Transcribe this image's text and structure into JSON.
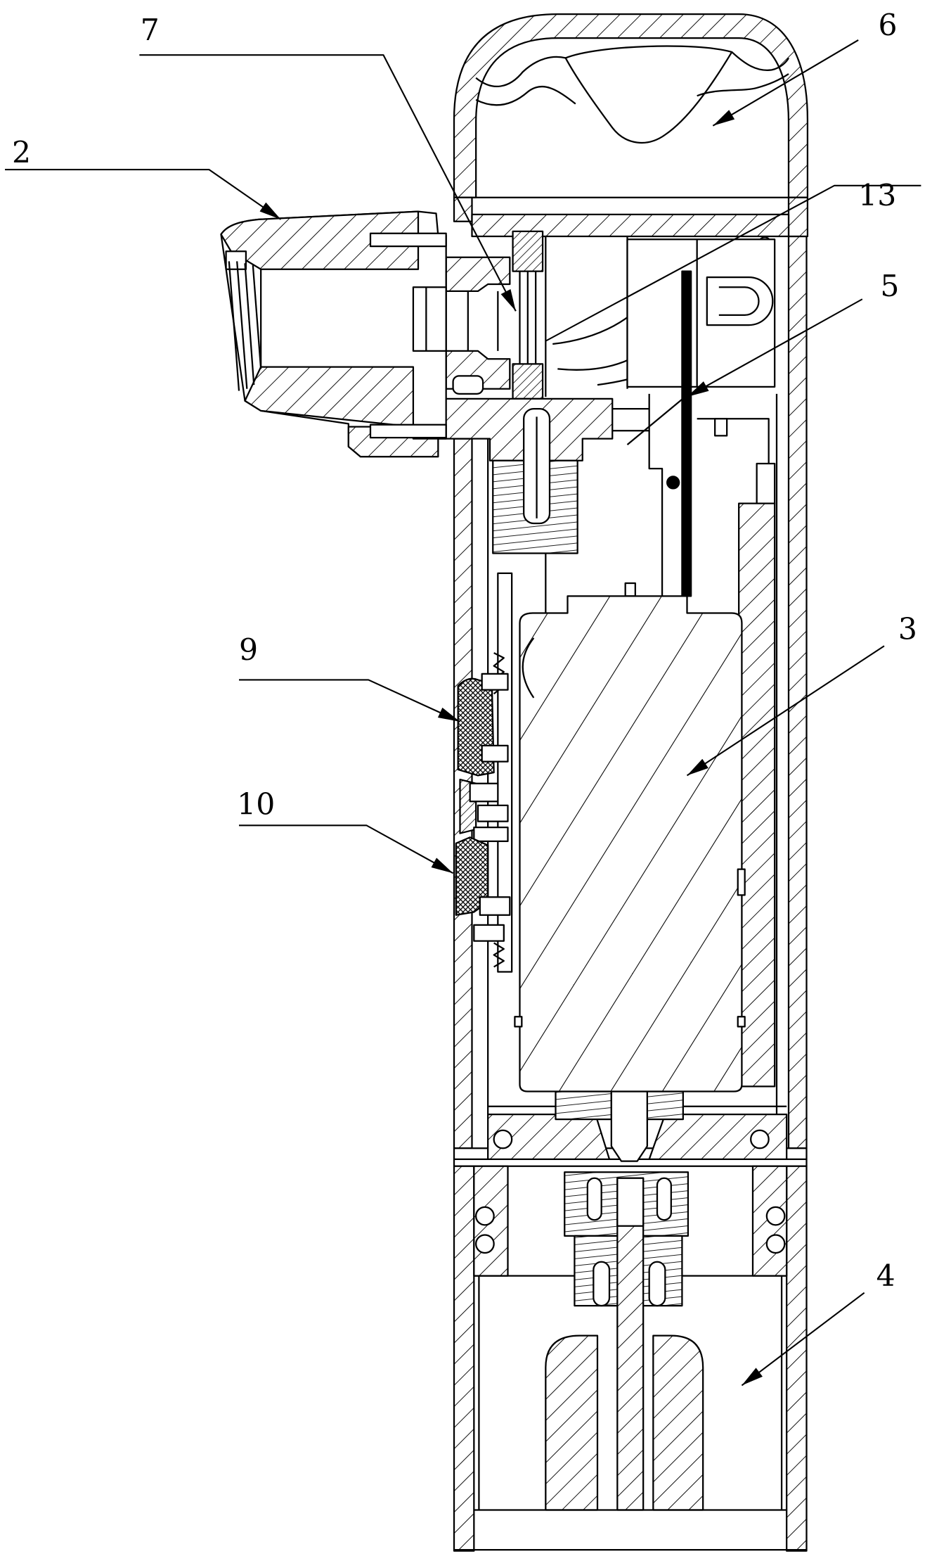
{
  "reference_numerals": [
    "7",
    "6",
    "2",
    "13",
    "5",
    "9",
    "3",
    "10",
    "4"
  ]
}
